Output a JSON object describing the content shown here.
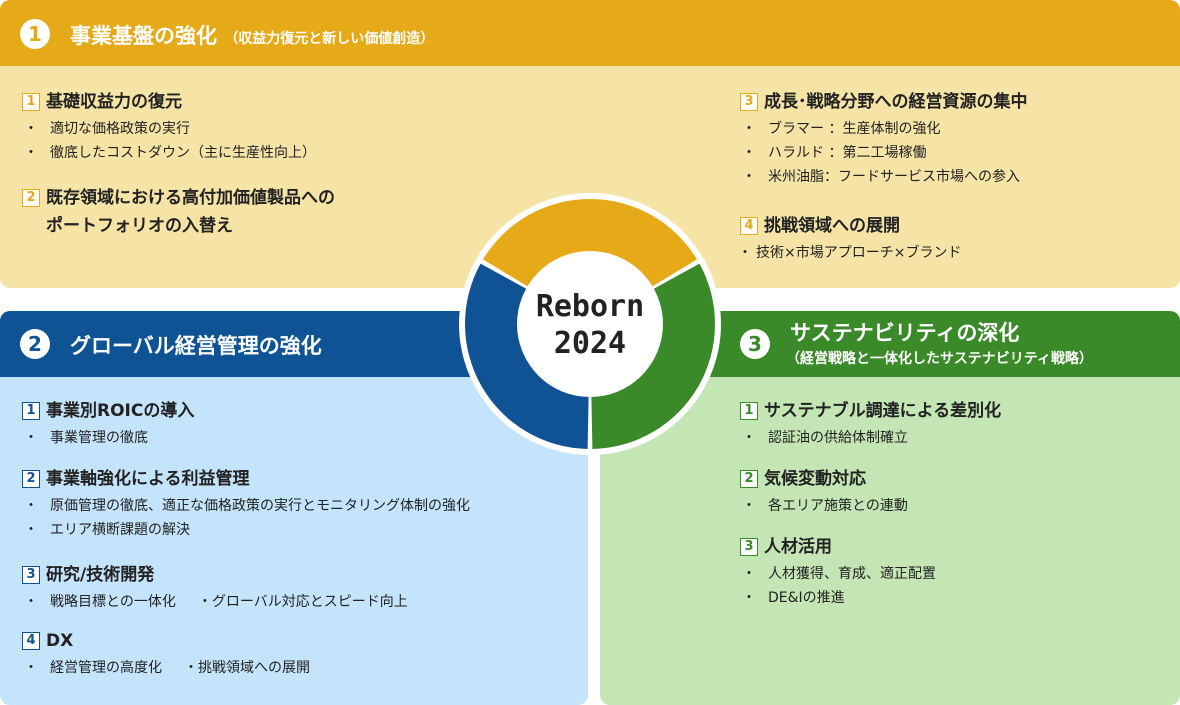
{
  "center": {
    "line1": "Reborn",
    "line2": "2024"
  },
  "ring_colors": {
    "top": "#e6a918",
    "left": "#0f5394",
    "right": "#3a8a2a"
  },
  "section1": {
    "number": "1",
    "title": "事業基盤の強化",
    "subtitle": "（収益力復元と新しい価値創造）",
    "items": [
      {
        "num": "1",
        "title": "基礎収益力の復元",
        "bullets": [
          "適切な価格政策の実行",
          "徹底したコストダウン（主に生産性向上）"
        ]
      },
      {
        "num": "2",
        "title_line1": "既存領域における高付加価値製品への",
        "title_line2": "ポートフォリオの入替え"
      },
      {
        "num": "3",
        "title": "成長･戦略分野への経営資源の集中",
        "bullets": [
          "ブラマー ：生産体制の強化",
          "ハラルド ：第二工場稼働",
          "米州油脂：フードサービス市場への参入"
        ]
      },
      {
        "num": "4",
        "title": "挑戦領域への展開",
        "bullets": [
          "技術×市場アプローチ×ブランド"
        ]
      }
    ]
  },
  "section2": {
    "number": "2",
    "title": "グローバル経営管理の強化",
    "items": [
      {
        "num": "1",
        "title": "事業別ROICの導入",
        "bullets": [
          "事業管理の徹底"
        ]
      },
      {
        "num": "2",
        "title": "事業軸強化による利益管理",
        "bullets": [
          "原価管理の徹底、適正な価格政策の実行とモニタリング体制の強化",
          "エリア横断課題の解決"
        ]
      },
      {
        "num": "3",
        "title": "研究/技術開発",
        "bullet_a": "戦略目標との一体化",
        "bullet_b": "・グローバル対応とスピード向上"
      },
      {
        "num": "4",
        "title": "DX",
        "bullet_a": "経営管理の高度化",
        "bullet_b": "・挑戦領域への展開"
      }
    ]
  },
  "section3": {
    "number": "3",
    "title": "サステナビリティの深化",
    "subtitle": "（経営戦略と一体化したサステナビリティ戦略）",
    "items": [
      {
        "num": "1",
        "title": "サステナブル調達による差別化",
        "bullets": [
          "認証油の供給体制確立"
        ]
      },
      {
        "num": "2",
        "title": "気候変動対応",
        "bullets": [
          "各エリア施策との連動"
        ]
      },
      {
        "num": "3",
        "title": "人材活用",
        "bullets": [
          "人材獲得、育成、適正配置",
          "DE&Iの推進"
        ]
      }
    ]
  }
}
